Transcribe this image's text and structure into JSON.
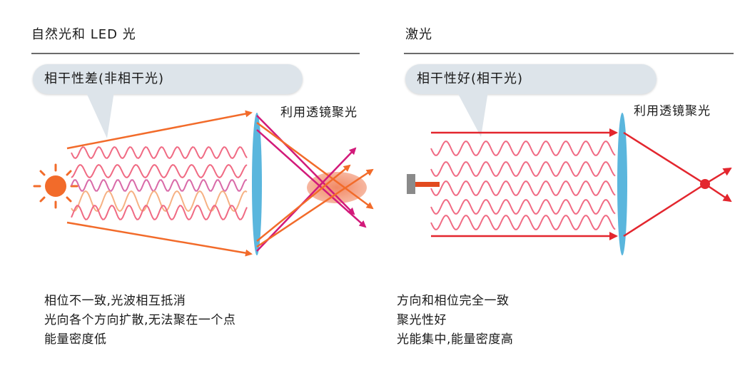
{
  "left": {
    "title": "自然光和 LED 光",
    "bubble": "相干性差(非相干光)",
    "lens_label": "利用透镜聚光",
    "captions": [
      "相位不一致,光波相互抵消",
      "光向各个方向扩散,无法聚在一个点",
      "能量密度低"
    ]
  },
  "right": {
    "title": "激光",
    "bubble": "相干性好(相干光)",
    "lens_label": "利用透镜聚光",
    "captions": [
      "方向和相位完全一致",
      "聚光性好",
      "光能集中,能量密度高"
    ]
  },
  "colors": {
    "orange": "#f26b2a",
    "light_orange": "#f6b183",
    "pink": "#f06a83",
    "magenta": "#d21a7a",
    "red": "#e3262e",
    "lens": "#5ab6dd",
    "spot": "#f07c53"
  }
}
